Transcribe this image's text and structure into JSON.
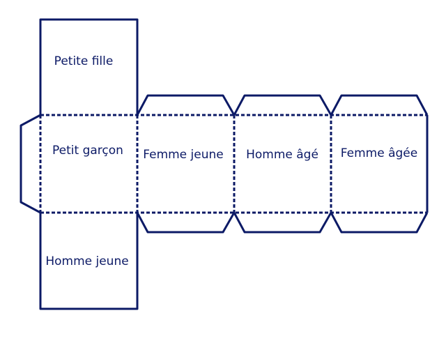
{
  "colors": {
    "line": "#0c1a66",
    "background": "#ffffff"
  },
  "faces": {
    "top": "Petite fille",
    "middle_left": "Petit garçon",
    "bottom": "Homme jeune",
    "second": "Femme jeune",
    "third": "Homme âgé",
    "fourth": "Femme âgée"
  }
}
